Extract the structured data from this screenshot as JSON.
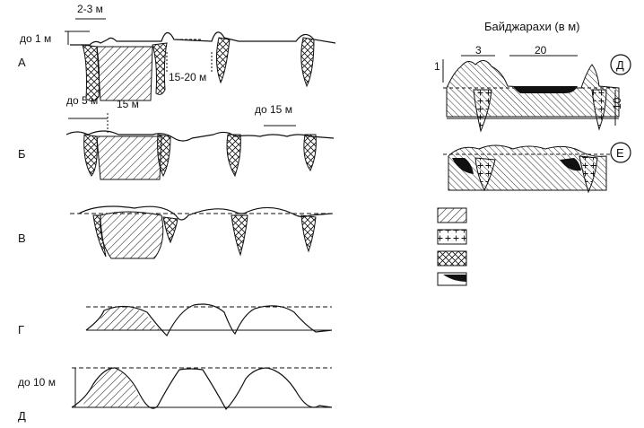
{
  "figure": {
    "rows": [
      {
        "id": "A",
        "letter": "А",
        "annotations": [
          "до 1 м",
          "2-3 м",
          "15-20 м"
        ]
      },
      {
        "id": "B",
        "letter": "Б",
        "annotations": [
          "до 5 м",
          "15 м",
          "до 15 м"
        ]
      },
      {
        "id": "V",
        "letter": "В",
        "annotations": []
      },
      {
        "id": "G",
        "letter": "Г",
        "annotations": []
      },
      {
        "id": "D",
        "letter": "Д",
        "annotations": [
          "до 10 м"
        ]
      }
    ],
    "baidzharakhi": {
      "title": "Байджарахи (в м)",
      "dims": [
        "1",
        "3",
        "20",
        "10"
      ],
      "circled": [
        "Д",
        "Е"
      ]
    },
    "legend": {
      "items": [
        "hatched-ice",
        "crosses",
        "cross-hatch",
        "black-wedge"
      ]
    }
  },
  "colors": {
    "ink": "#111111",
    "paper": "#ffffff"
  }
}
